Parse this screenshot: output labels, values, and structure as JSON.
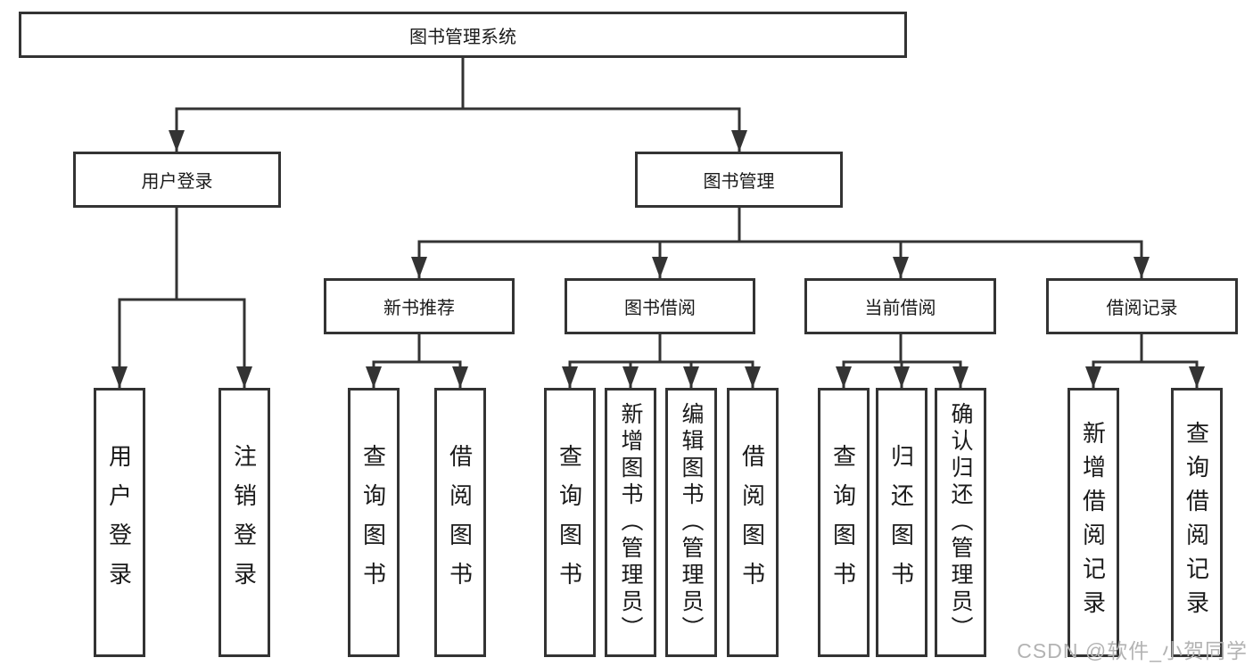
{
  "colors": {
    "line": "#333333",
    "text": "#1a1a1a",
    "background": "#ffffff",
    "watermark": "#b3b3b3"
  },
  "watermark": {
    "text": "CSDN @软件_小贺同学"
  },
  "tree": {
    "root": {
      "label": "图书管理系统"
    },
    "branches": [
      {
        "label": "用户登录",
        "children": [
          {
            "label": "用户登录"
          },
          {
            "label": "注销登录"
          }
        ]
      },
      {
        "label": "图书管理",
        "children": [
          {
            "label": "新书推荐",
            "children": [
              {
                "label": "查询图书"
              },
              {
                "label": "借阅图书"
              }
            ]
          },
          {
            "label": "图书借阅",
            "children": [
              {
                "label": "查询图书"
              },
              {
                "label": "新增图书（管理员）"
              },
              {
                "label": "编辑图书（管理员）"
              },
              {
                "label": "借阅图书"
              }
            ]
          },
          {
            "label": "当前借阅",
            "children": [
              {
                "label": "查询图书"
              },
              {
                "label": "归还图书"
              },
              {
                "label": "确认归还（管理员）"
              }
            ]
          },
          {
            "label": "借阅记录",
            "children": [
              {
                "label": "新增借阅记录"
              },
              {
                "label": "查询借阅记录"
              }
            ]
          }
        ]
      }
    ]
  }
}
